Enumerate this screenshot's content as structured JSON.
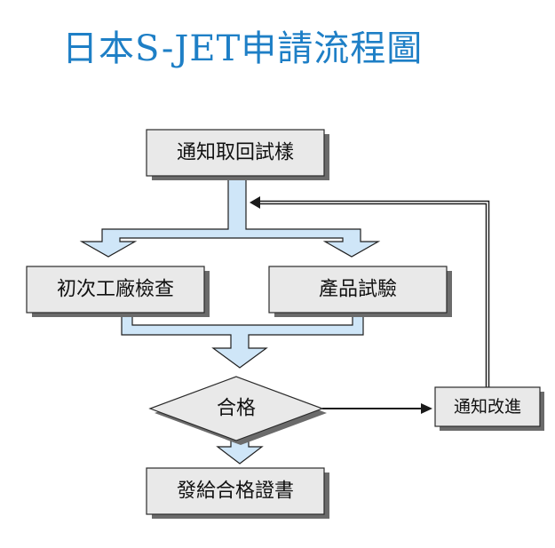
{
  "title": "日本S-JET申請流程圖",
  "steps": {
    "notify_sample": "通知取回試樣",
    "factory_inspection": "初次工廠檢查",
    "product_test": "產品試驗",
    "pass": "合格",
    "notify_improve": "通知改進",
    "issue_certificate": "發給合格證書"
  },
  "colors": {
    "title": "#1e7fc6",
    "arrow_fill": "#cfe6f8",
    "box_fill": "#e9e9e9"
  }
}
